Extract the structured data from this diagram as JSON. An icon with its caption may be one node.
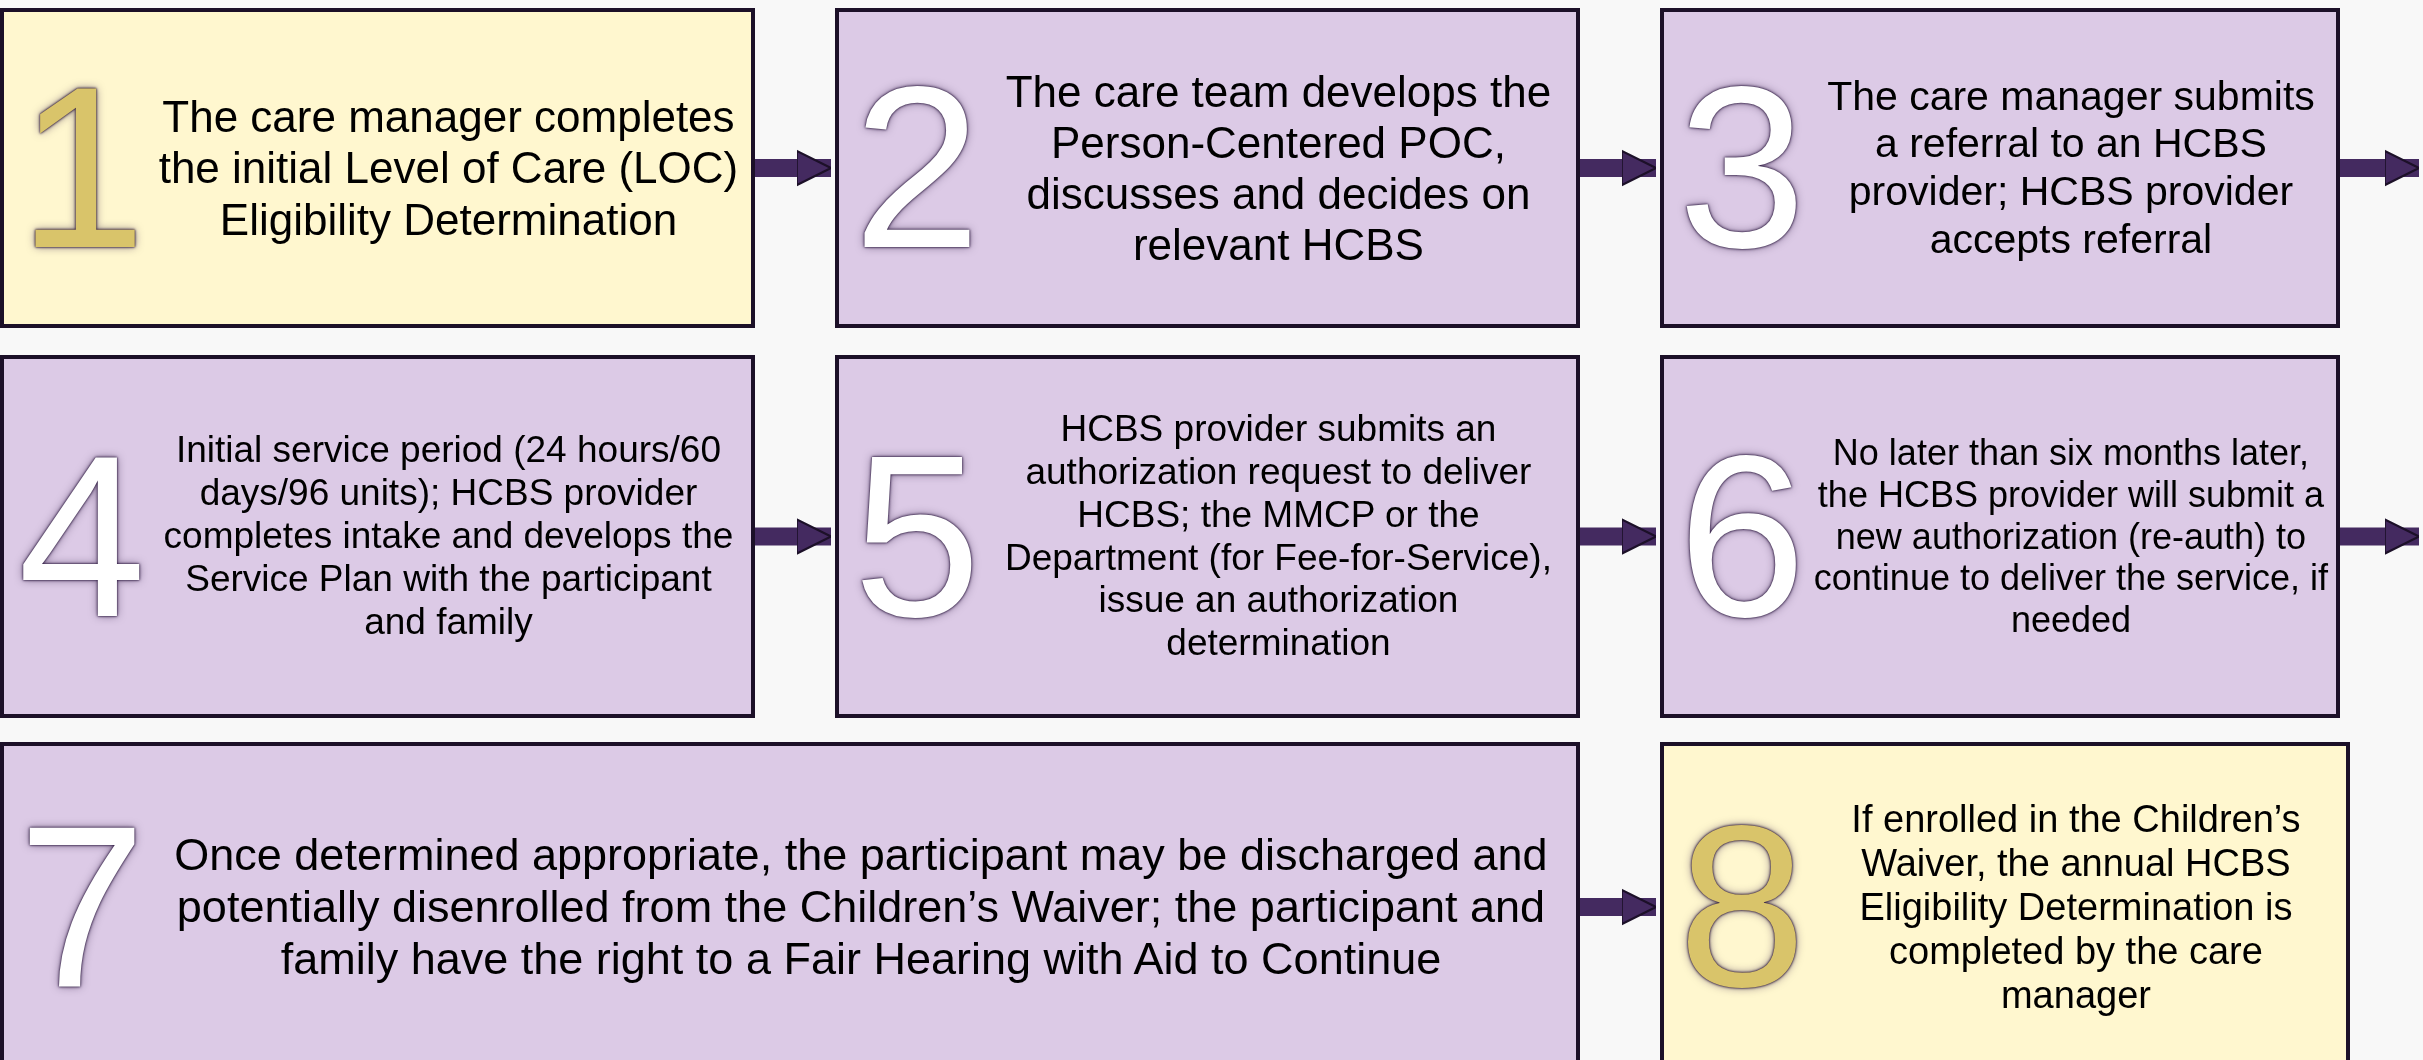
{
  "diagram": {
    "nodes": [
      {
        "text": [
          "1",
          "The care manager completes the initial Level of Care (LOC) Eligibility Determination"
        ]
      },
      {
        "text": [
          "2",
          "The care team develops the Person-Centered POC, discusses and decides on relevant HCBS"
        ]
      },
      {
        "text": [
          "3",
          "The care manager submits a referral to an HCBS provider; HCBS provider accepts referral"
        ]
      },
      {
        "text": [
          "4",
          "Initial service period (24 hours/60 days/96 units); HCBS provider completes intake and develops the Service Plan with the participant and family"
        ]
      },
      {
        "text": [
          "5",
          "HCBS provider submits an authorization request to deliver HCBS; the MMCP or the Department (for Fee-for-Service), issue an authorization determination"
        ]
      },
      {
        "text": [
          "6",
          "No later than six months later, the HCBS provider will submit a new authorization (re-auth) to continue to deliver the service, if needed"
        ]
      },
      {
        "text": [
          "7",
          "Once determined appropriate, the participant may be discharged and potentially disenrolled from the Children’s Waiver; the participant and family have the right to a Fair Hearing with Aid to Continue"
        ]
      },
      {
        "text": [
          "8",
          "If enrolled in the Children’s Waiver, the annual HCBS Eligibility Determination is completed by the care manager"
        ]
      }
    ],
    "edges": [
      {
        "from": 0,
        "to": 1,
        "arrow": "to"
      },
      {
        "from": 1,
        "to": 2,
        "arrow": "to"
      },
      {
        "from": 2,
        "to": null,
        "arrow": "to"
      },
      {
        "from": 3,
        "to": 4,
        "arrow": "to"
      },
      {
        "from": 4,
        "to": 5,
        "arrow": "to"
      },
      {
        "from": 5,
        "to": null,
        "arrow": "to"
      },
      {
        "from": 6,
        "to": 7,
        "arrow": "to"
      }
    ]
  }
}
